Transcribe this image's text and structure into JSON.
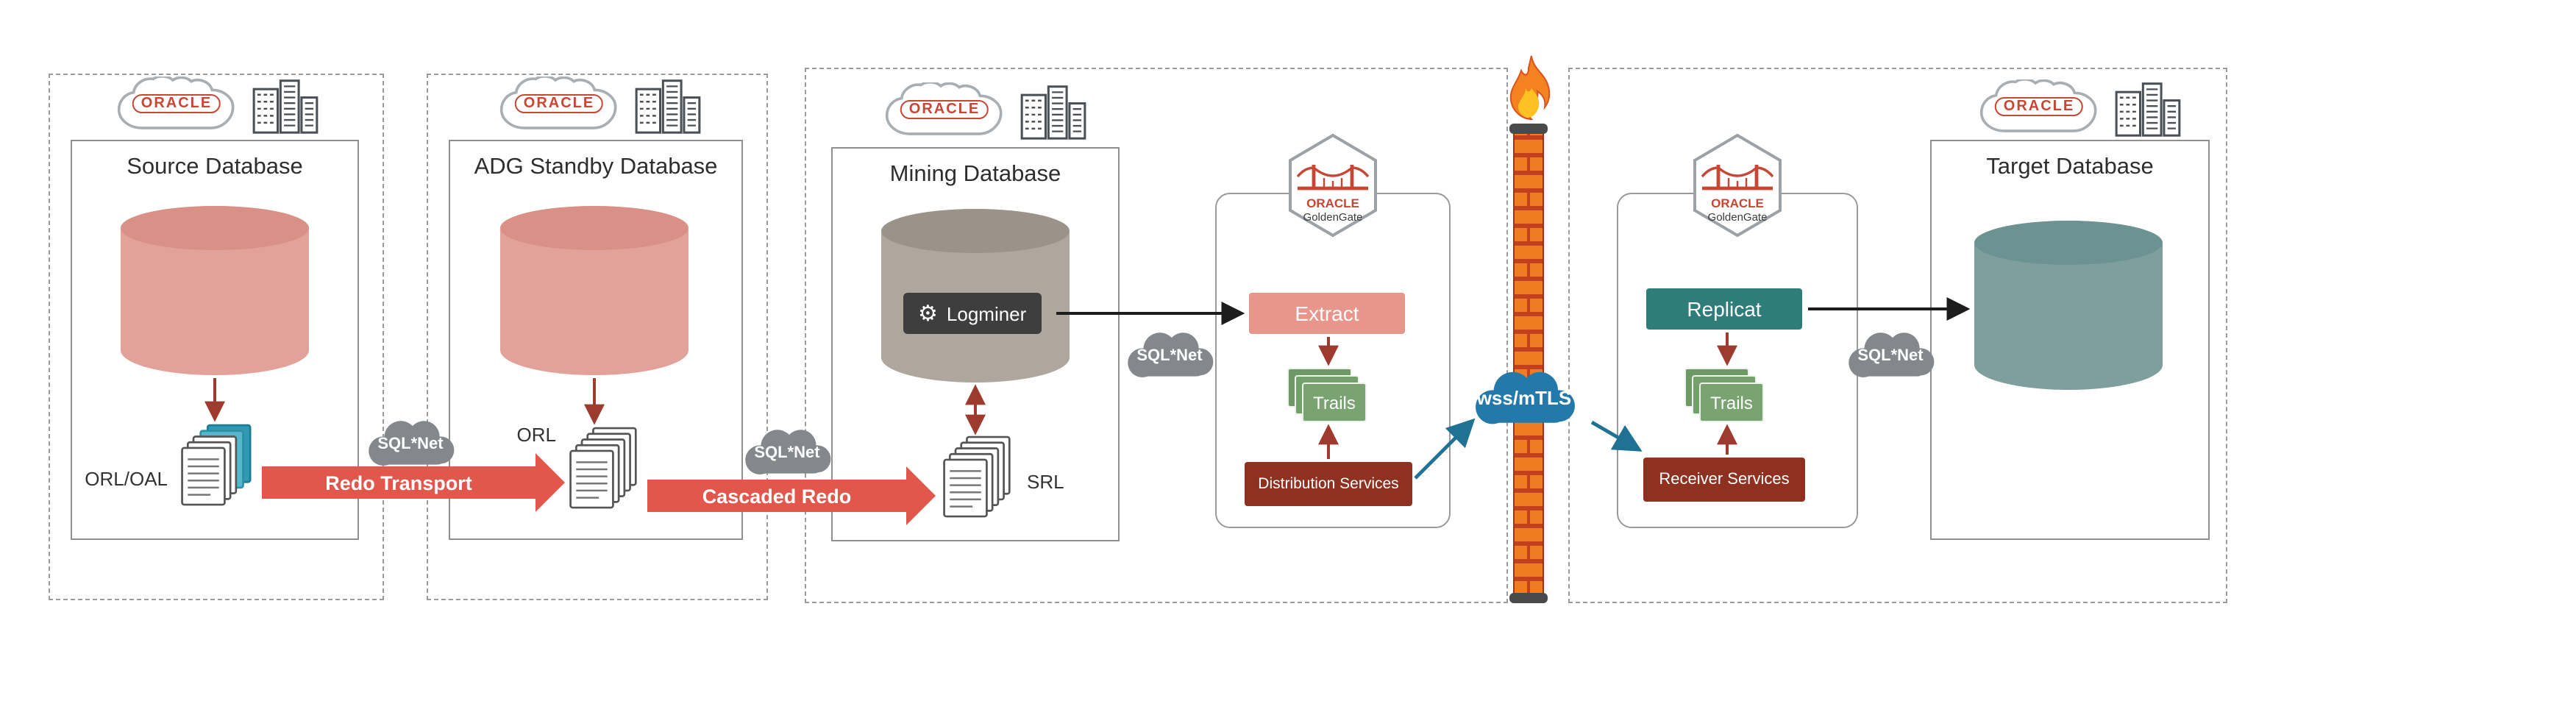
{
  "panels": {
    "source": {
      "title": "Source Database",
      "files": "ORL/OAL"
    },
    "adg": {
      "title": "ADG Standby Database",
      "files": "ORL"
    },
    "mining": {
      "title": "Mining Database",
      "logminer": "Logminer",
      "files": "SRL"
    },
    "target": {
      "title": "Target Database"
    }
  },
  "goldengate": {
    "source": {
      "extract": "Extract",
      "trails": "Trails",
      "distribution": "Distribution Services"
    },
    "target": {
      "replicat": "Replicat",
      "trails": "Trails",
      "receiver": "Receiver Services"
    }
  },
  "flows": {
    "redo_transport": "Redo Transport",
    "cascaded_redo": "Cascaded Redo",
    "sqlnet": "SQL*Net",
    "network": "wss/mTLS"
  },
  "branding": {
    "oracle": "ORACLE",
    "goldengate_oracle": "ORACLE",
    "goldengate_product": "GoldenGate"
  },
  "colors": {
    "source_db_cylinder": "#E2A199",
    "mining_db_cylinder": "#AFA69E",
    "target_db_cylinder": "#7E9F9E",
    "extract_button": "#E8958B",
    "replicat_button": "#2F7D7B",
    "services_box": "#8E3120",
    "trails_page": "#79A371",
    "flow_arrow": "#E2574C",
    "sqlnet_cloud": "#84888C",
    "network_cloud": "#2379A9",
    "firewall_brick": "#F07C21",
    "oracle_red": "#C74634"
  }
}
